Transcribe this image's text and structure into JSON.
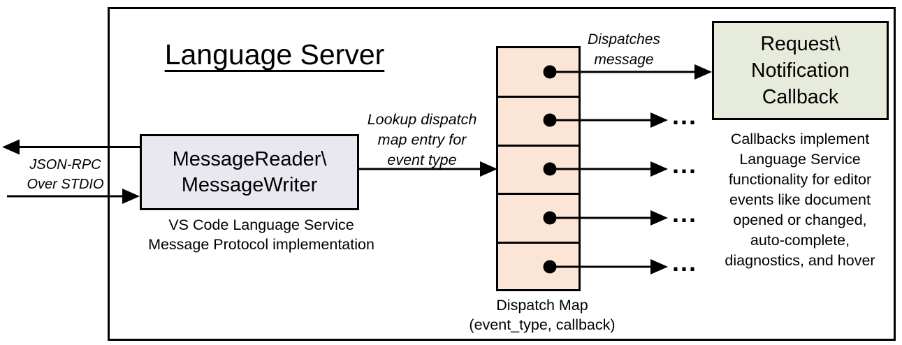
{
  "title": "Language Server",
  "colors": {
    "bg": "#FFFFFF",
    "stroke": "#000000",
    "text": "#000000",
    "reader-fill": "#E9E7EF",
    "dispatch-fill": "#FBE5D6",
    "callback-fill": "#E6EBDB"
  },
  "reader_box": {
    "lines": [
      "MessageReader\\",
      "MessageWriter"
    ],
    "caption": [
      "VS Code Language Service",
      "Message Protocol implementation"
    ]
  },
  "io_label": {
    "lines": [
      "JSON-RPC",
      "Over STDIO"
    ]
  },
  "lookup_label": {
    "lines": [
      "Lookup dispatch",
      "map entry for",
      "event type"
    ]
  },
  "dispatches_label": {
    "lines": [
      "Dispatches",
      "message"
    ]
  },
  "callback_box": {
    "lines": [
      "Request\\",
      "Notification",
      "Callback"
    ]
  },
  "dispatch_map": {
    "caption": [
      "Dispatch Map",
      "(event_type, callback)"
    ],
    "rows": 5
  },
  "callbacks_note": {
    "lines": [
      "Callbacks implement",
      "Language Service",
      "functionality for editor",
      "events like document",
      "opened or changed,",
      "auto-complete,",
      "diagnostics, and hover"
    ]
  },
  "ellipsis": "..."
}
